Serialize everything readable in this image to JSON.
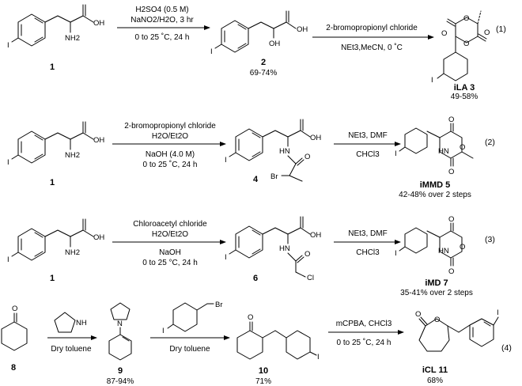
{
  "reactions": [
    {
      "equation": "(1)",
      "start": {
        "number": "1",
        "atoms": {
          "iodine": "I",
          "acid": "OH",
          "amine": "NH2"
        }
      },
      "steps": [
        {
          "conditions": [
            "H2SO4 (0.5 M)",
            "NaNO2/H2O, 3 hr",
            "0 to 25 ˚C, 24 h"
          ]
        },
        {
          "conditions": [
            "2-bromopropionyl chloride",
            "NEt3,MeCN, 0 ˚C"
          ]
        }
      ],
      "intermediate": {
        "number": "2",
        "yield": "69-74%",
        "atoms": {
          "iodine": "I",
          "acid": "OH",
          "hydroxyl": "OH"
        }
      },
      "product": {
        "name": "iLA",
        "number": "3",
        "yield": "49-58%",
        "atoms": {
          "o1": "O",
          "o2": "O",
          "o3": "O",
          "o4": "O",
          "iodine": "I"
        }
      }
    },
    {
      "equation": "(2)",
      "start": {
        "number": "1",
        "atoms": {
          "iodine": "I",
          "acid": "OH",
          "amine": "NH2"
        }
      },
      "steps": [
        {
          "conditions": [
            "2-bromopropionyl chloride",
            "H2O/Et2O",
            "NaOH (4.0 M)",
            "0 to 25 ˚C, 24 h"
          ]
        },
        {
          "conditions": [
            "NEt3, DMF",
            "CHCl3"
          ]
        }
      ],
      "intermediate": {
        "number": "4",
        "atoms": {
          "iodine": "I",
          "acid": "OH",
          "amide": "HN",
          "carbonyl": "O",
          "bromine": "Br"
        }
      },
      "product": {
        "name": "iMMD",
        "number": "5",
        "yield": "42-48% over 2 steps",
        "atoms": {
          "o1": "O",
          "o2": "O",
          "o3": "O",
          "amine": "HN",
          "iodine": "I"
        }
      }
    },
    {
      "equation": "(3)",
      "start": {
        "number": "1",
        "atoms": {
          "iodine": "I",
          "acid": "OH",
          "amine": "NH2"
        }
      },
      "steps": [
        {
          "conditions": [
            "Chloroacetyl chloride",
            "H2O/Et2O",
            "NaOH",
            "0 to 25 °C, 24 h"
          ]
        },
        {
          "conditions": [
            "NEt3, DMF",
            "CHCl3"
          ]
        }
      ],
      "intermediate": {
        "number": "6",
        "atoms": {
          "iodine": "I",
          "acid": "OH",
          "amide": "HN",
          "carbonyl": "O",
          "chlorine": "Cl"
        }
      },
      "product": {
        "name": "iMD",
        "number": "7",
        "yield": "35-41% over 2 steps",
        "atoms": {
          "o1": "O",
          "o2": "O",
          "o3": "O",
          "amine": "HN",
          "iodine": "I"
        }
      }
    },
    {
      "equation": "(4)",
      "start": {
        "number": "8",
        "atoms": {
          "carbonyl": "O"
        }
      },
      "steps": [
        {
          "conditions": [
            "Dry toluene"
          ],
          "reagent_atoms": {
            "amine": "NH"
          }
        },
        {
          "conditions": [
            "Dry toluene"
          ],
          "reagent_atoms": {
            "iodine": "I",
            "bromine": "Br"
          }
        },
        {
          "conditions": [
            "mCPBA, CHCl3",
            "0 to 25 ˚C, 24 h"
          ]
        }
      ],
      "intermediate": {
        "number": "9",
        "yield": "87-94%",
        "atoms": {
          "nitrogen": "N"
        }
      },
      "intermediate2": {
        "number": "10",
        "yield": "71%",
        "atoms": {
          "carbonyl": "O",
          "iodine": "I"
        }
      },
      "product": {
        "name": "iCL",
        "number": "11",
        "yield": "68%",
        "atoms": {
          "o1": "O",
          "o2": "O",
          "iodine": "I"
        }
      }
    }
  ]
}
